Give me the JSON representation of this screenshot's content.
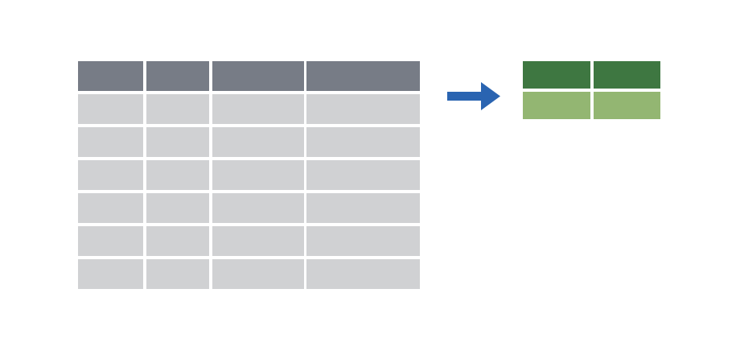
{
  "diagram": {
    "source_table": {
      "rows": 6,
      "columns": 4,
      "header_color": "#777c86",
      "body_color": "#d0d1d3"
    },
    "arrow": {
      "icon": "right-arrow-icon",
      "color": "#2a64b1"
    },
    "result_table": {
      "rows": 1,
      "columns": 2,
      "header_color": "#3e7741",
      "body_color": "#93b672"
    },
    "background_color": "#ffffff"
  }
}
